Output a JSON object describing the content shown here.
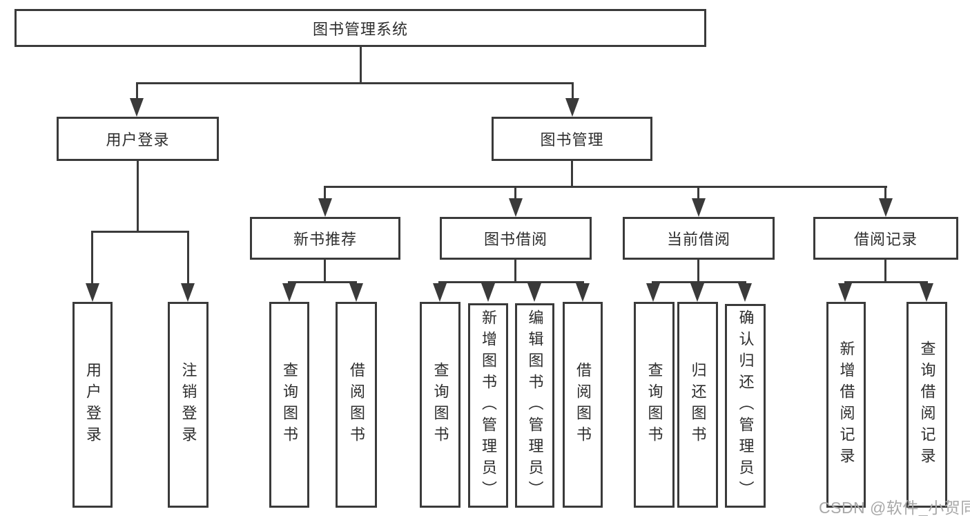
{
  "diagram": {
    "root": "图书管理系统",
    "level2": {
      "user_login": "用户登录",
      "book_management": "图书管理"
    },
    "level3": {
      "new_book_recommend": "新书推荐",
      "book_borrowing": "图书借阅",
      "current_borrowing": "当前借阅",
      "borrowing_records": "借阅记录"
    },
    "leaves": {
      "user_login": [
        "用户登录",
        "注销登录"
      ],
      "new_book_recommend": [
        "查询图书",
        "借阅图书"
      ],
      "book_borrowing": [
        "查询图书",
        "新增图书（管理员）",
        "编辑图书（管理员）",
        "借阅图书"
      ],
      "current_borrowing": [
        "查询图书",
        "归还图书",
        "确认归还（管理员）"
      ],
      "borrowing_records": [
        "新增借阅记录",
        "查询借阅记录"
      ]
    }
  },
  "watermark": {
    "text": "CSDN @软件_小贺同学"
  },
  "colors": {
    "line": "#3a3a3a",
    "text": "#2d2d2d",
    "background": "#ffffff",
    "watermark": "#a8a8a8"
  }
}
